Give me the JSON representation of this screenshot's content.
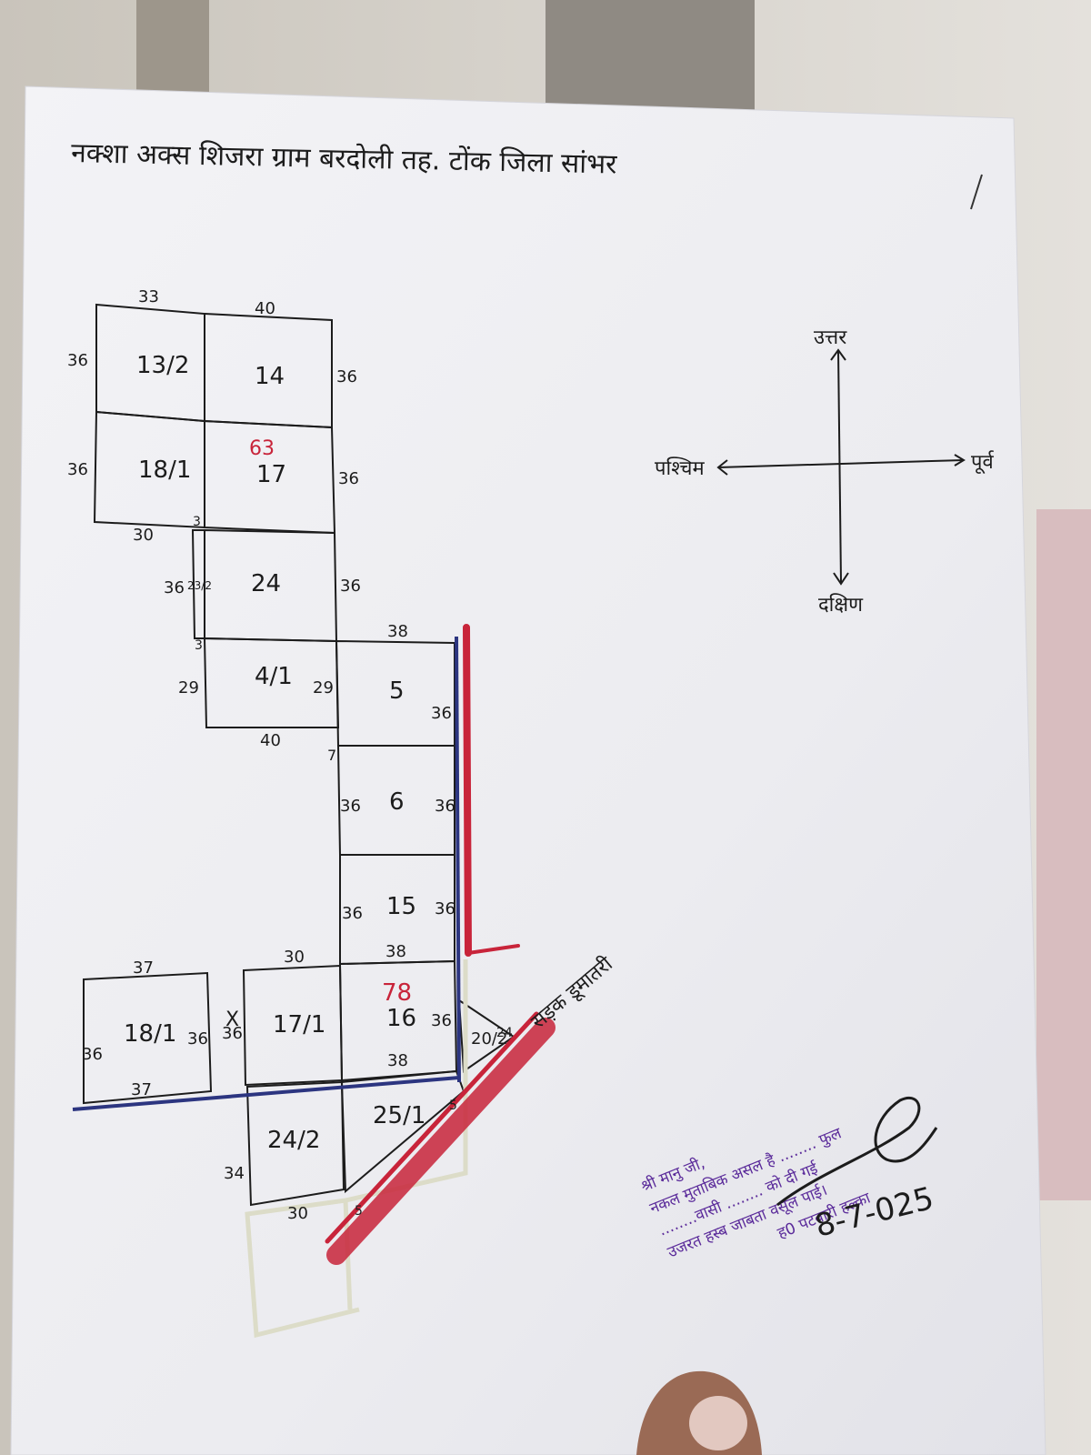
{
  "sheet": {
    "title": "नक्शा अक्स शिजरा ग्राम बरदोली तह. टोंक जिला सांभर"
  },
  "compass": {
    "north": "उत्तर",
    "south": "दक्षिण",
    "east": "पूर्व",
    "west": "पश्चिम"
  },
  "plots": [
    {
      "number": "13/2",
      "top": "33",
      "left": "36"
    },
    {
      "number": "14",
      "top": "40",
      "right": "36"
    },
    {
      "number": "18/1",
      "left": "36",
      "bottom": "30"
    },
    {
      "number": "17",
      "right": "36"
    },
    {
      "number": "24",
      "left": "36",
      "right": "36"
    },
    {
      "number": "4/1",
      "left": "29",
      "right": "29",
      "bottom": "40"
    },
    {
      "number": "5",
      "top": "38",
      "right": "36"
    },
    {
      "number": "6",
      "left": "36",
      "right": "36"
    },
    {
      "number": "15",
      "left": "36",
      "right": "36"
    },
    {
      "number": "16",
      "top": "38",
      "right": "36",
      "bottom": "38"
    },
    {
      "number": "17/1",
      "top": "30",
      "left": "36"
    },
    {
      "number": "18/1",
      "top": "37",
      "left": "36",
      "right": "36",
      "bottom": "37"
    },
    {
      "number": "24/2",
      "left": "34",
      "bottom": "30"
    },
    {
      "number": "25/1"
    },
    {
      "number": "20/2"
    }
  ],
  "small_marks": {
    "m3a": "3",
    "m3b": "3",
    "m7": "7",
    "m5a": "5",
    "m5b": "5",
    "m23_2": "23/2",
    "m24": "24",
    "mX": "X",
    "m63": "63",
    "m78": "78"
  },
  "road_label": "सड़क डूमातरी",
  "stamp": {
    "line1": "श्री मानु जी,",
    "line2": "नकल मुताबिक असल है ........ फुल",
    "line3": "........वासी ........ को दी गई",
    "line4": "उजरत हस्ब जाबता वसूल पाई।",
    "line5": "ह0 पटवारी हल्का",
    "date": "8-7-025"
  },
  "colors": {
    "paper": "#f1f1f4",
    "ink": "#1c1c1c",
    "red_ink": "#c8243a",
    "blue_ink": "#2c3580",
    "stamp_ink": "#5a2a9a"
  }
}
